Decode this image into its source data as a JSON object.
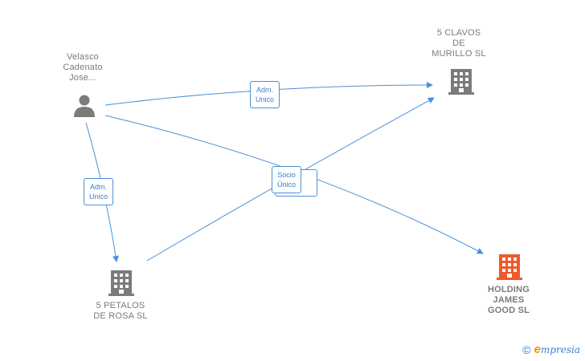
{
  "nodes": {
    "person": {
      "label": "Velasco\nCadenato\nJose..."
    },
    "clavos": {
      "label": "5 CLAVOS\nDE\nMURILLO  SL"
    },
    "petalos": {
      "label": "5 PETALOS\nDE ROSA  SL"
    },
    "holding": {
      "label": "HOLDING\nJAMES\nGOOD  SL"
    }
  },
  "edges": {
    "adm_top": "Adm.\nUnico",
    "adm_left": "Adm.\nUnico",
    "socio": "Socio\nÚnico"
  },
  "colors": {
    "edge": "#4a90d9",
    "building": "#7b7b7b",
    "building_highlight": "#f0592a",
    "person": "#7b7b7b"
  },
  "footer": {
    "copyright_symbol": "©",
    "brand_first": "e",
    "brand_rest": "mpresia"
  }
}
